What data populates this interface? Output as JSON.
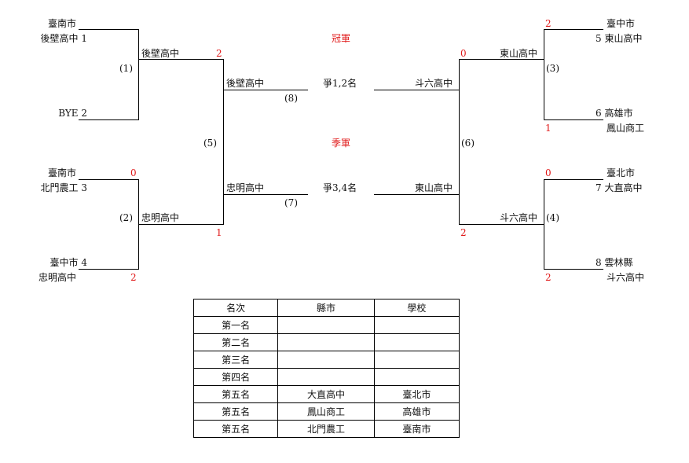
{
  "bracket": {
    "left": {
      "t1_city": "臺南市",
      "t1_school": "後壁高中 1",
      "t2": "BYE 2",
      "t3_city": "臺南市",
      "t3_school": "北門農工 3",
      "t4_city": "臺中市 4",
      "t4_school": "忠明高中",
      "m1_label": "(1)",
      "m1_winner": "後壁高中",
      "m1_score": "2",
      "m2_label": "(2)",
      "m2_winner": "忠明高中",
      "m2_score_top": "0",
      "m2_score_bot": "2",
      "m2_score_win": "1",
      "m5_label": "(5)",
      "sf_top": "後壁高中",
      "sf_top_label": "(8)",
      "sf_bot": "忠明高中",
      "sf_bot_label": "(7)"
    },
    "right": {
      "t5_city": "臺中市",
      "t5_school": "5 東山高中",
      "t5_score": "2",
      "t6_city": "6 高雄市",
      "t6_school": "鳳山商工",
      "t6_score": "1",
      "t7_city": "臺北市",
      "t7_school": "7 大直高中",
      "t7_score": "0",
      "t8_city": "8 雲林縣",
      "t8_school": "斗六高中",
      "t8_score": "2",
      "m3_label": "(3)",
      "m3_winner": "東山高中",
      "m3_score": "0",
      "m4_label": "(4)",
      "m4_winner": "斗六高中",
      "m4_score": "2",
      "m6_label": "(6)",
      "sf_top": "斗六高中",
      "sf_bot": "東山高中"
    },
    "center": {
      "champion_label": "冠軍",
      "final_label": "爭1,2名",
      "third_label": "季軍",
      "third_match_label": "爭3,4名"
    }
  },
  "ranking_table": {
    "headers": [
      "名次",
      "縣市",
      "學校"
    ],
    "rows": [
      [
        "第一名",
        "",
        ""
      ],
      [
        "第二名",
        "",
        ""
      ],
      [
        "第三名",
        "",
        ""
      ],
      [
        "第四名",
        "",
        ""
      ],
      [
        "第五名",
        "大直高中",
        "臺北市"
      ],
      [
        "第五名",
        "鳳山商工",
        "高雄市"
      ],
      [
        "第五名",
        "北門農工",
        "臺南市"
      ]
    ]
  }
}
